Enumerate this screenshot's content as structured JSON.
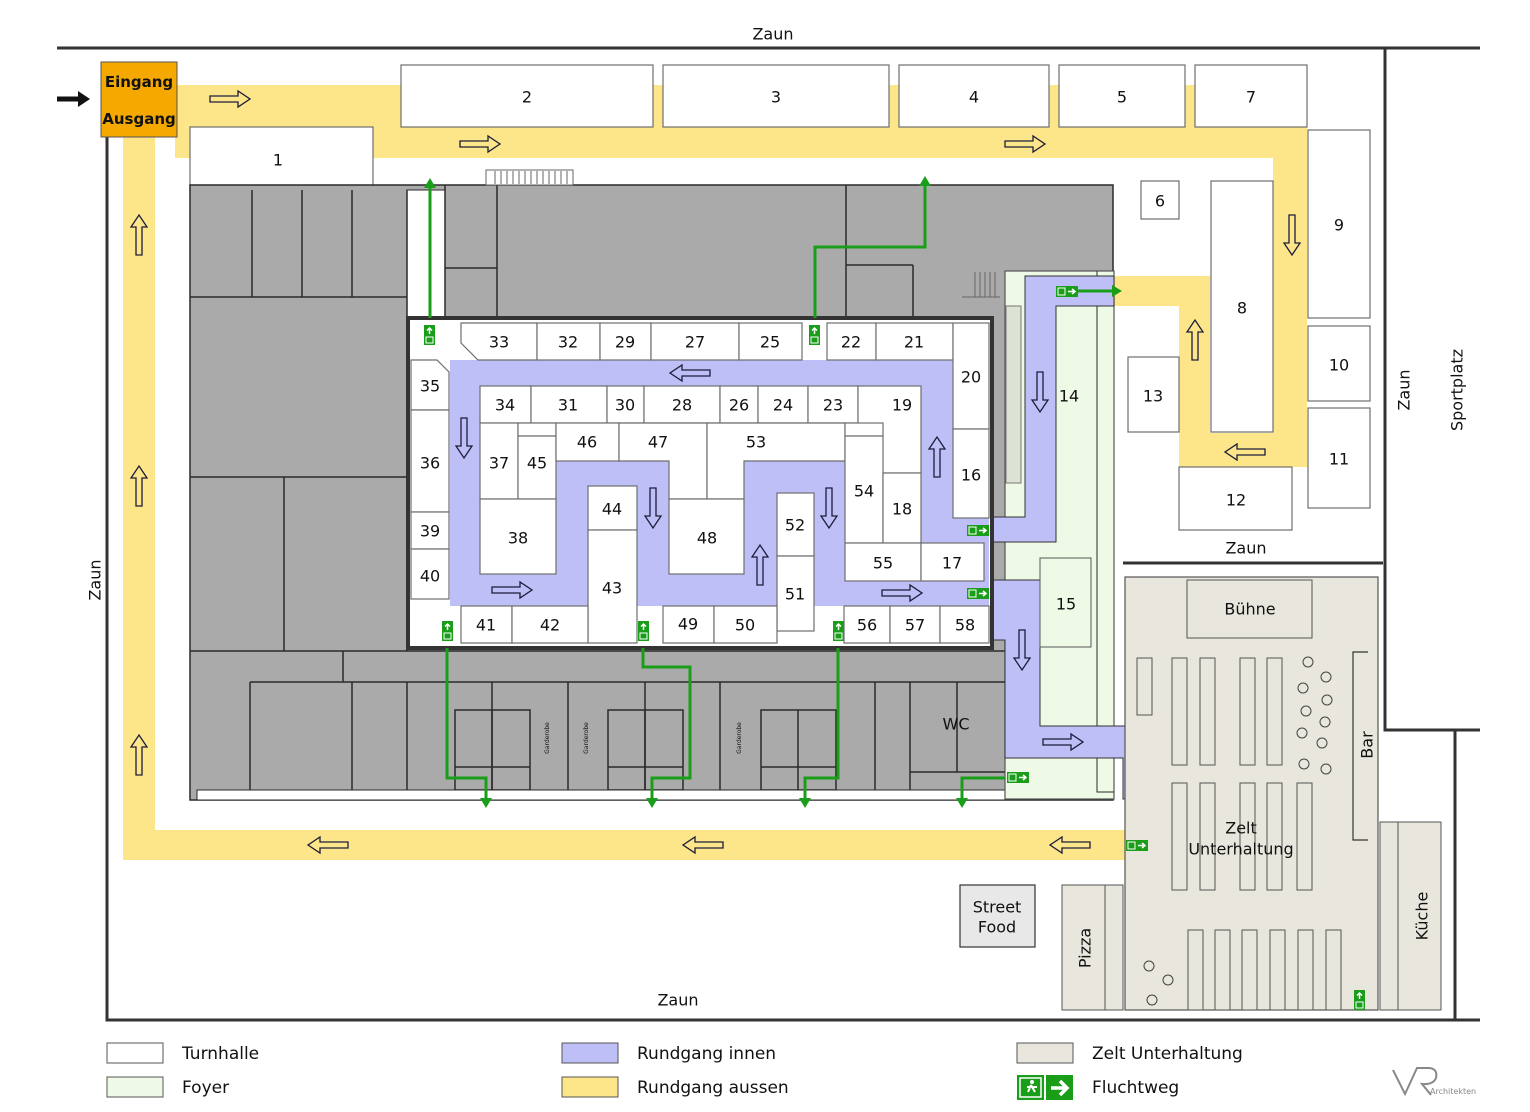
{
  "colors": {
    "turnhalle": "#ffffff",
    "foyer": "#eefae6",
    "rundgang_innen": "#bfbff7",
    "rundgang_aussen": "#fde68a",
    "zelt": "#e8e6dd",
    "building": "#aaaaaa",
    "entrance": "#f5a800",
    "fluchtweg": "#1a9e1a"
  },
  "entrance": {
    "line1": "Eingang",
    "line2": "Ausgang"
  },
  "fences": {
    "top": "Zaun",
    "left": "Zaun",
    "bottom": "Zaun",
    "middle": "Zaun",
    "right": "Zaun"
  },
  "sportplatz": "Sportplatz",
  "booths": {
    "b1": "1",
    "b2": "2",
    "b3": "3",
    "b4": "4",
    "b5": "5",
    "b6": "6",
    "b7": "7",
    "b8": "8",
    "b9": "9",
    "b10": "10",
    "b11": "11",
    "b12": "12",
    "b13": "13",
    "b14": "14",
    "b15": "15",
    "b16": "16",
    "b17": "17",
    "b18": "18",
    "b19": "19",
    "b20": "20",
    "b21": "21",
    "b22": "22",
    "b23": "23",
    "b24": "24",
    "b25": "25",
    "b26": "26",
    "b27": "27",
    "b28": "28",
    "b29": "29",
    "b30": "30",
    "b31": "31",
    "b32": "32",
    "b33": "33",
    "b34": "34",
    "b35": "35",
    "b36": "36",
    "b37": "37",
    "b38": "38",
    "b39": "39",
    "b40": "40",
    "b41": "41",
    "b42": "42",
    "b43": "43",
    "b44": "44",
    "b45": "45",
    "b46": "46",
    "b47": "47",
    "b48": "48",
    "b49": "49",
    "b50": "50",
    "b51": "51",
    "b52": "52",
    "b53": "53",
    "b54": "54",
    "b55": "55",
    "b56": "56",
    "b57": "57",
    "b58": "58"
  },
  "rooms": {
    "wc": "WC",
    "garderobe": "Garderobe",
    "buehne": "Bühne",
    "bar": "Bar",
    "kueche": "Küche",
    "pizza": "Pizza",
    "zelt_line1": "Zelt",
    "zelt_line2": "Unterhaltung",
    "street_food_line1": "Street",
    "street_food_line2": "Food"
  },
  "legend": [
    {
      "label": "Turnhalle"
    },
    {
      "label": "Foyer"
    },
    {
      "label": "Rundgang innen"
    },
    {
      "label": "Rundgang aussen"
    },
    {
      "label": "Zelt Unterhaltung"
    },
    {
      "label": "Fluchtweg"
    }
  ],
  "logo": {
    "mark": "VR",
    "text": "Architekten"
  }
}
